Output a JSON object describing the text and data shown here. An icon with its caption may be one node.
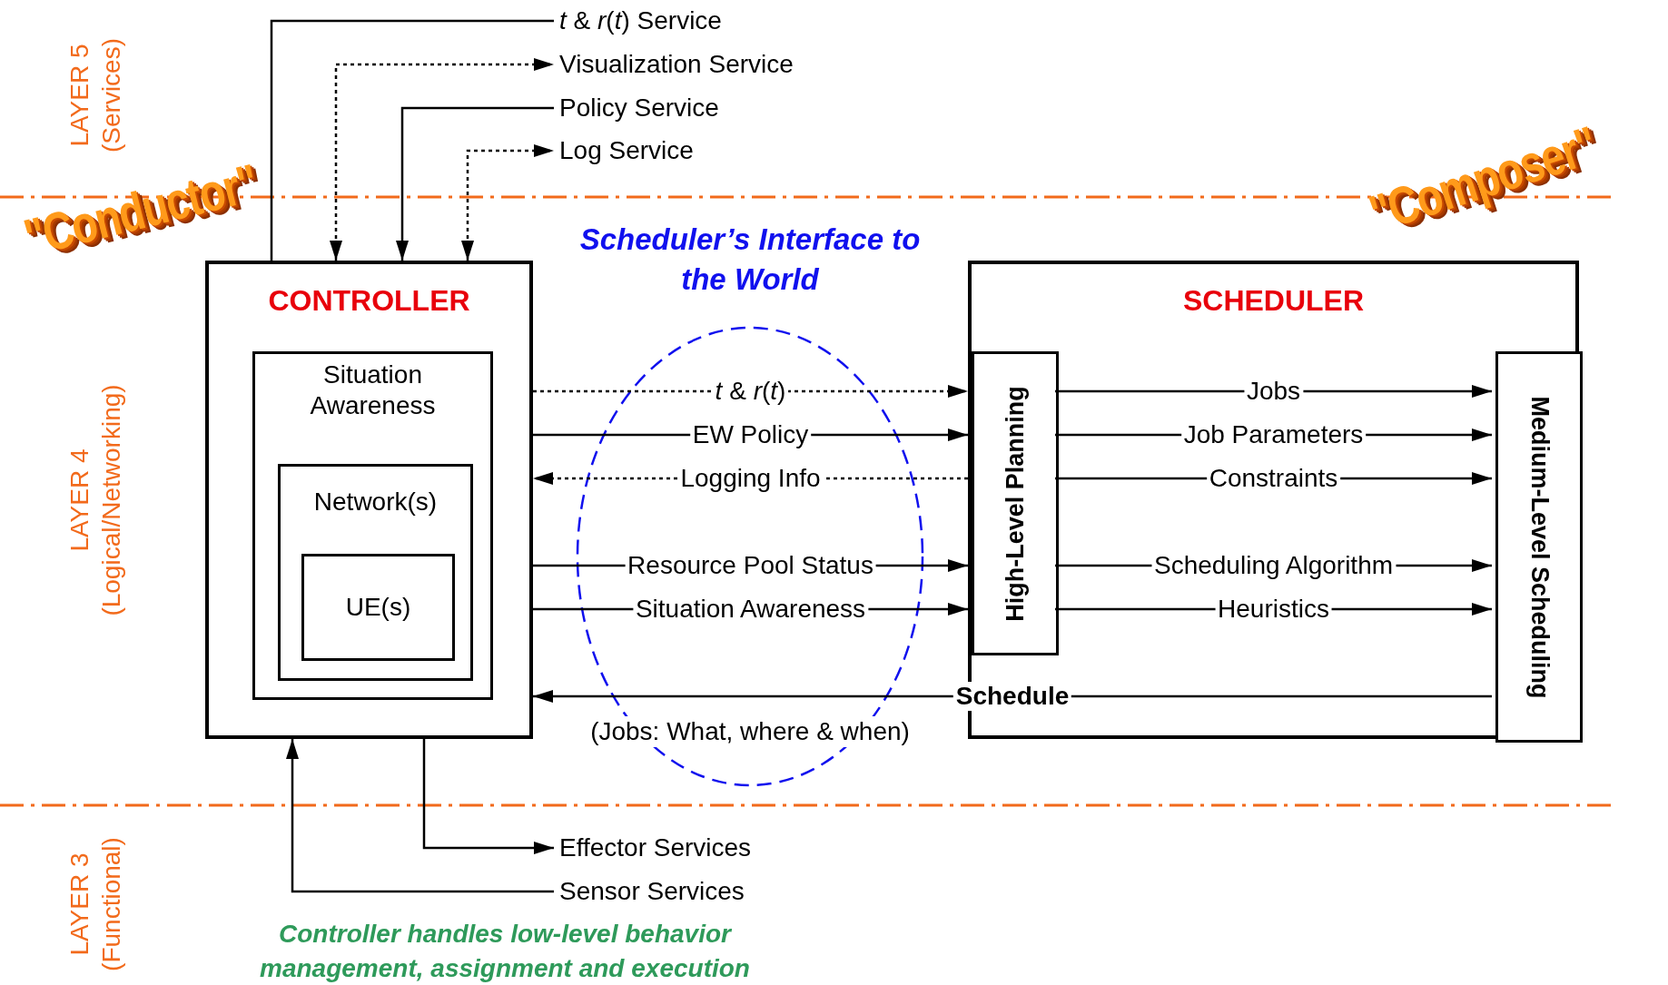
{
  "diagram": {
    "nodes": [
      {
        "text": [
          "CONTROLLER"
        ],
        "beside": [
          "\"Conductor\""
        ]
      },
      {
        "text": [
          "Situation Awareness"
        ],
        "in": 0
      },
      {
        "text": [
          "Network(s)"
        ],
        "in": 1
      },
      {
        "text": [
          "UE(s)"
        ],
        "in": 2
      },
      {
        "text": [
          "SCHEDULER"
        ],
        "beside": [
          "\"Composer\""
        ]
      },
      {
        "text": [
          "High-Level Planning"
        ],
        "in": 4
      },
      {
        "text": [
          "Medium-Level Scheduling"
        ],
        "in": 4
      },
      {
        "text": [
          "*t* & *r*(*t*) Service"
        ]
      },
      {
        "text": [
          "Visualization Service"
        ]
      },
      {
        "text": [
          "Policy Service"
        ]
      },
      {
        "text": [
          "Log Service"
        ]
      },
      {
        "text": [
          "Effector Services"
        ]
      },
      {
        "text": [
          "Sensor Services"
        ]
      }
    ],
    "edges": [
      {
        "from": 0,
        "to": 7,
        "arrow": "none"
      },
      {
        "from": 0,
        "to": 8,
        "arrow": "both",
        "style": "dashed"
      },
      {
        "from": 9,
        "to": 0,
        "arrow": "to"
      },
      {
        "from": 0,
        "to": 10,
        "arrow": "both",
        "style": "dashed"
      },
      {
        "from": 0,
        "to": 5,
        "label": "*t* & *r*(*t*)",
        "arrow": "to",
        "style": "dashed"
      },
      {
        "from": 0,
        "to": 5,
        "label": "EW Policy",
        "arrow": "to"
      },
      {
        "from": 5,
        "to": 0,
        "label": "Logging Info",
        "arrow": "to",
        "style": "dashed"
      },
      {
        "from": 0,
        "to": 5,
        "label": "Resource Pool Status",
        "arrow": "to"
      },
      {
        "from": 0,
        "to": 5,
        "label": "Situation Awareness",
        "arrow": "to"
      },
      {
        "from": 5,
        "to": 6,
        "label": "Jobs",
        "arrow": "to"
      },
      {
        "from": 5,
        "to": 6,
        "label": "Job Parameters",
        "arrow": "to"
      },
      {
        "from": 5,
        "to": 6,
        "label": "Constraints",
        "arrow": "to"
      },
      {
        "from": 5,
        "to": 6,
        "label": "Scheduling Algorithm",
        "arrow": "to"
      },
      {
        "from": 5,
        "to": 6,
        "label": "Heuristics",
        "arrow": "to"
      },
      {
        "from": 6,
        "to": 0,
        "label": "Schedule",
        "arrow": "to"
      },
      {
        "from": 0,
        "to": 11,
        "arrow": "to"
      },
      {
        "from": 12,
        "to": 0,
        "arrow": "to"
      }
    ],
    "labels": [
      "LAYER 5",
      "(Services)",
      "Scheduler’s Interface to the World",
      "LAYER 4",
      "(Logical/Networking)",
      "LAYER 3",
      "(Functional)",
      "(Jobs: What, where & when)",
      "Controller handles low-level behavior management, assignment and execution"
    ]
  }
}
